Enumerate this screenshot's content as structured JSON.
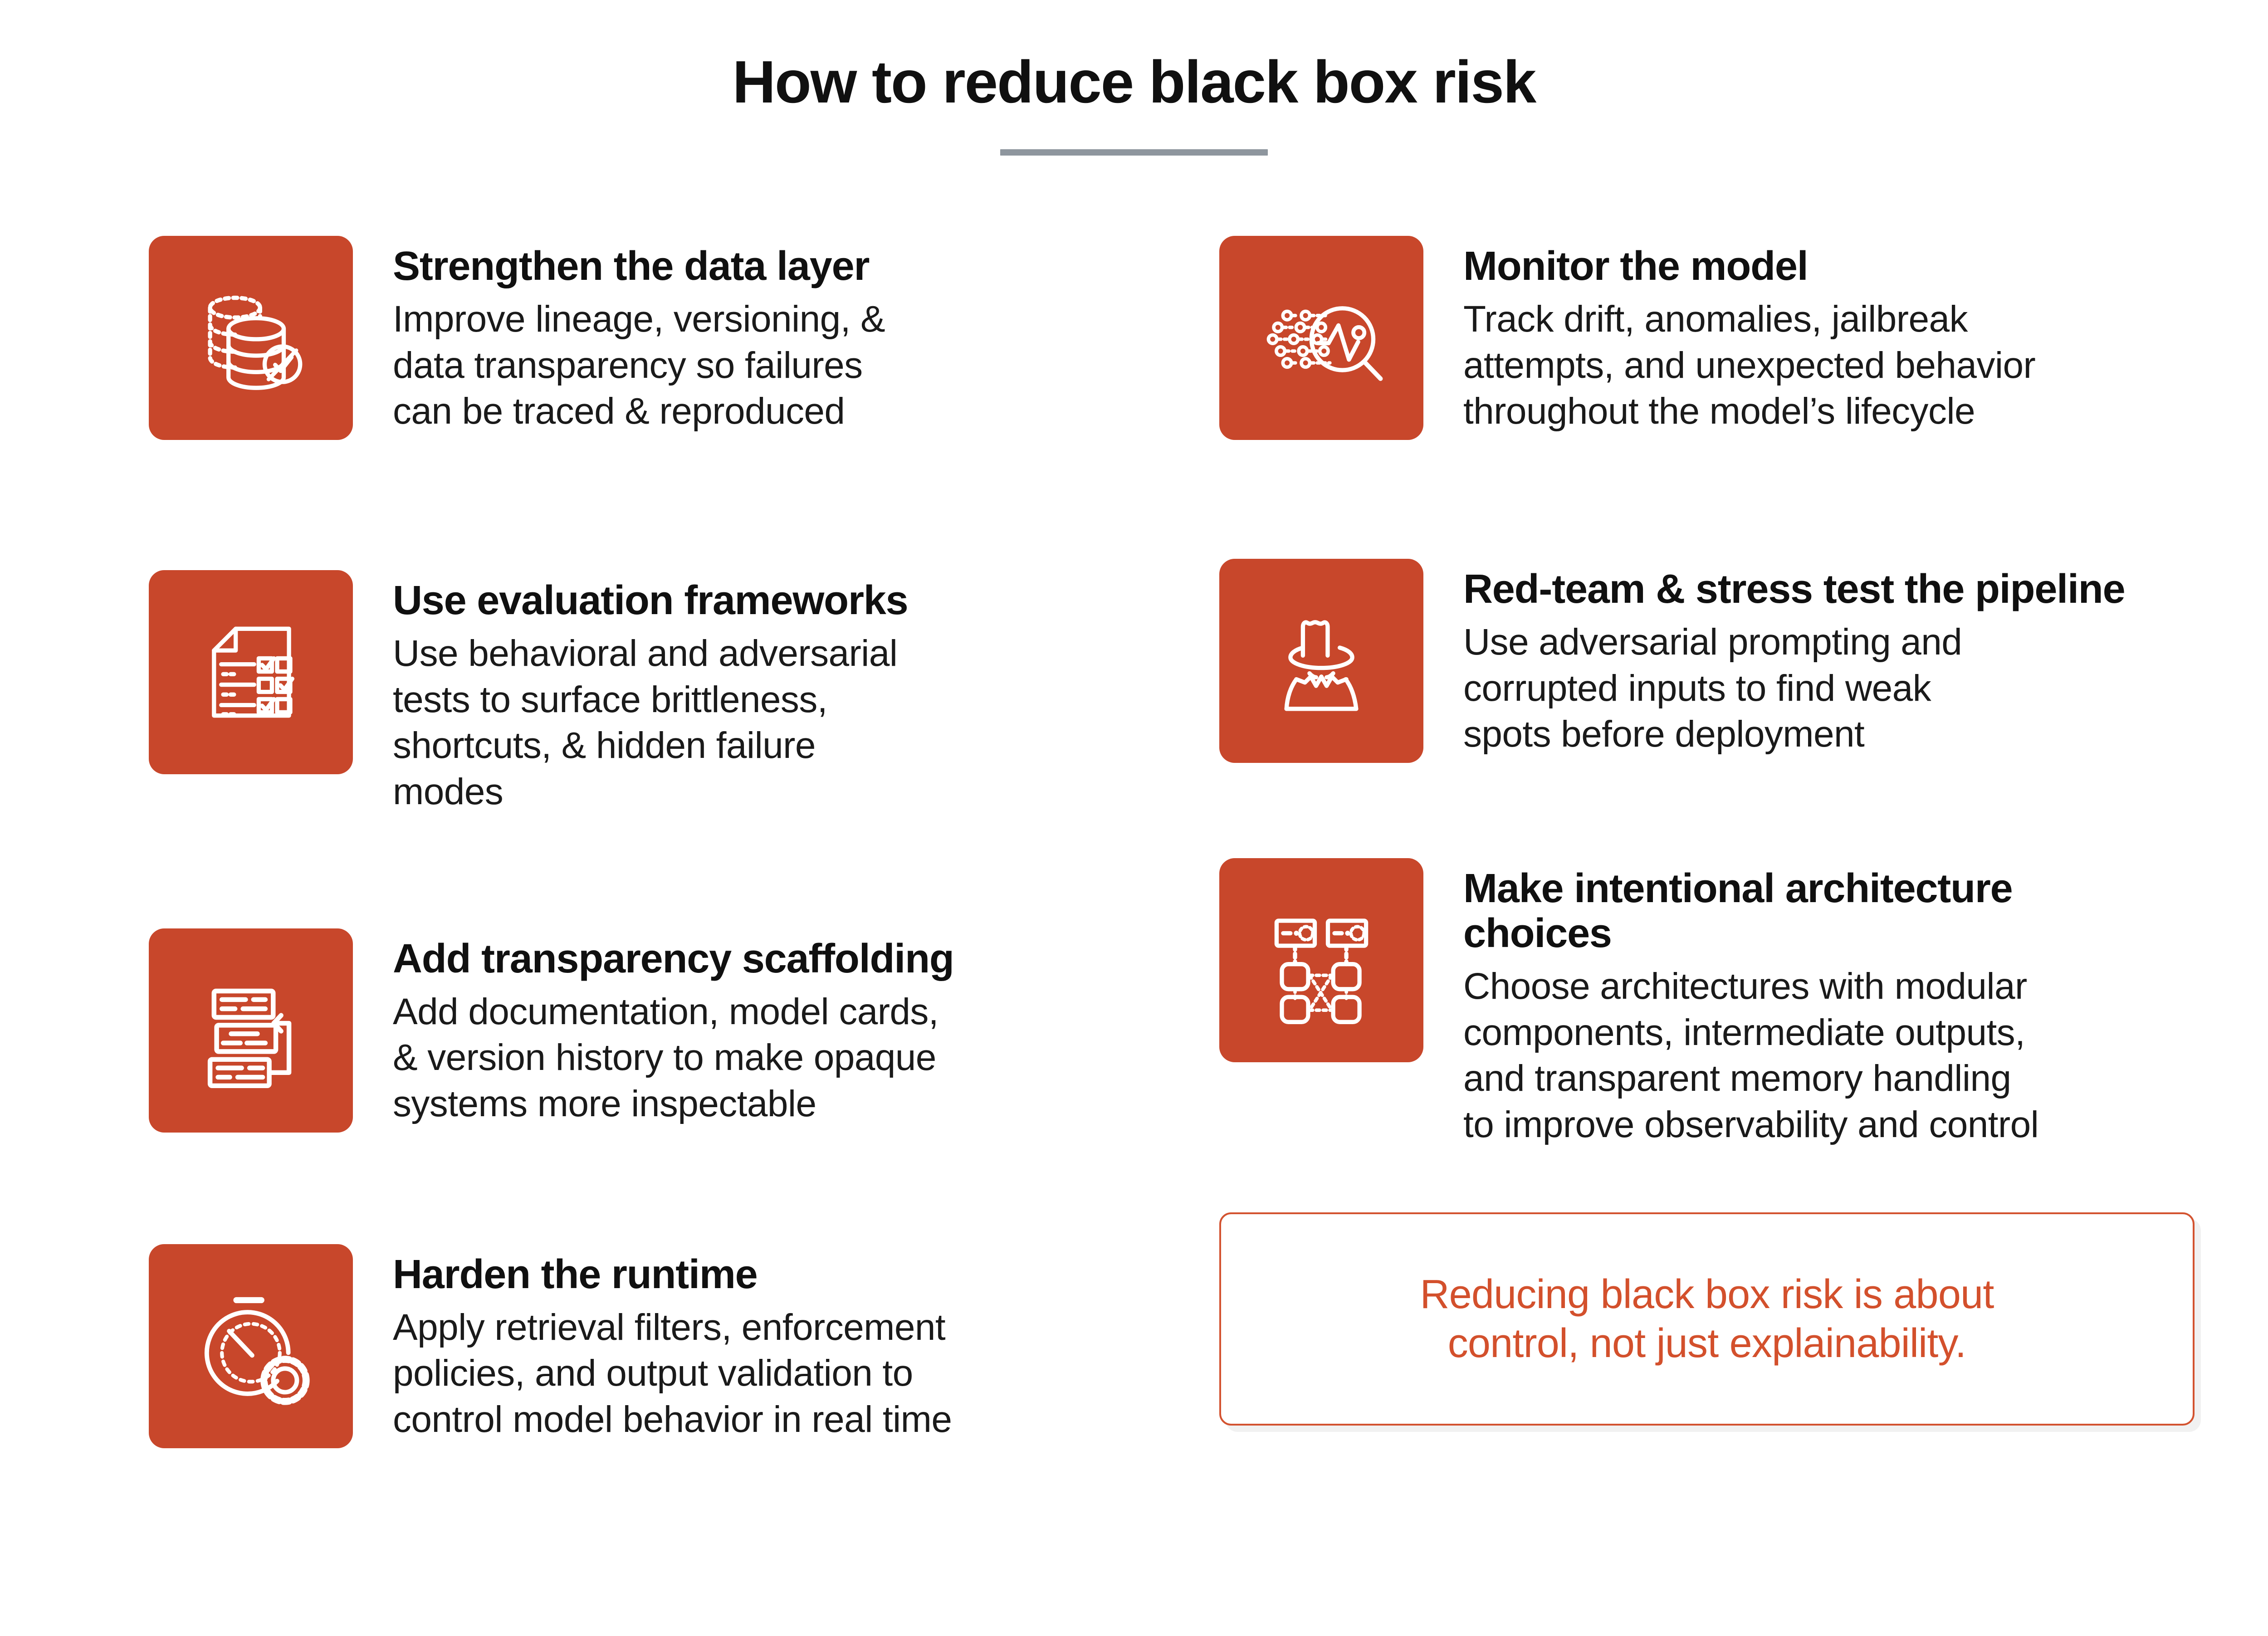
{
  "header": {
    "title": "How to reduce black box risk",
    "divider_color": "#8E969E"
  },
  "theme": {
    "accent": "#C8472B",
    "callout_border": "#D35330",
    "callout_text_color": "#D3502C",
    "text_color": "#101010",
    "background": "#FFFFFF"
  },
  "left_column": {
    "items": [
      {
        "icon": "database-check-icon",
        "title": "Strengthen the data layer",
        "description": "Improve lineage, versioning, &\ndata transparency so failures\ncan be traced & reproduced"
      },
      {
        "icon": "checklist-document-icon",
        "title": "Use evaluation frameworks",
        "description": "Use behavioral and adversarial\ntests to surface brittleness,\nshortcuts, & hidden failure\nmodes"
      },
      {
        "icon": "version-history-icon",
        "title": "Add transparency scaffolding",
        "description": "Add documentation, model cards,\n& version history to make opaque\nsystems more inspectable"
      },
      {
        "icon": "stopwatch-gear-icon",
        "title": "Harden the runtime",
        "description": "Apply retrieval filters, enforcement\npolicies, and output validation to\ncontrol model behavior in real time"
      }
    ]
  },
  "right_column": {
    "items": [
      {
        "icon": "pulse-magnifier-icon",
        "title": "Monitor the model",
        "description": "Track drift, anomalies, jailbreak\nattempts, and unexpected behavior\nthroughout the model’s lifecycle"
      },
      {
        "icon": "hacker-spy-icon",
        "title": "Red-team & stress test\nthe pipeline",
        "description": "Use adversarial prompting and\ncorrupted inputs to find weak\nspots before deployment"
      },
      {
        "icon": "architecture-nodes-icon",
        "title": "Make intentional\narchitecture choices",
        "description": "Choose architectures with modular\ncomponents, intermediate outputs,\nand transparent memory handling\nto improve observability and control"
      }
    ],
    "callout": {
      "text": "Reducing black box risk is about\ncontrol, not just explainability."
    }
  }
}
